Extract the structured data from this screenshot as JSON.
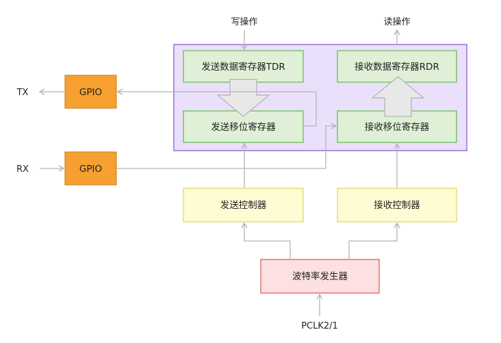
{
  "labels": {
    "write_op": "写操作",
    "read_op": "读操作",
    "tx": "TX",
    "rx": "RX",
    "pclk": "PCLK2/1"
  },
  "blocks": {
    "tdr": "发送数据寄存器TDR",
    "rdr": "接收数据寄存器RDR",
    "tx_shift": "发送移位寄存器",
    "rx_shift": "接收移位寄存器",
    "gpio_tx": "GPIO",
    "gpio_rx": "GPIO",
    "tx_ctrl": "发送控制器",
    "rx_ctrl": "接收控制器",
    "baud_gen": "波特率发生器"
  },
  "colors": {
    "usart_fill": "#ebe0fb",
    "usart_border": "#9c6fd6",
    "reg_fill": "#dff0d6",
    "reg_border": "#7ac36a",
    "gpio_fill": "#f5a030",
    "gpio_border": "#d2862a",
    "ctrl_fill": "#fffbd2",
    "ctrl_border": "#e3e07a",
    "baud_fill": "#fde0e0",
    "baud_border": "#e07272",
    "line": "#b5b5b5"
  }
}
